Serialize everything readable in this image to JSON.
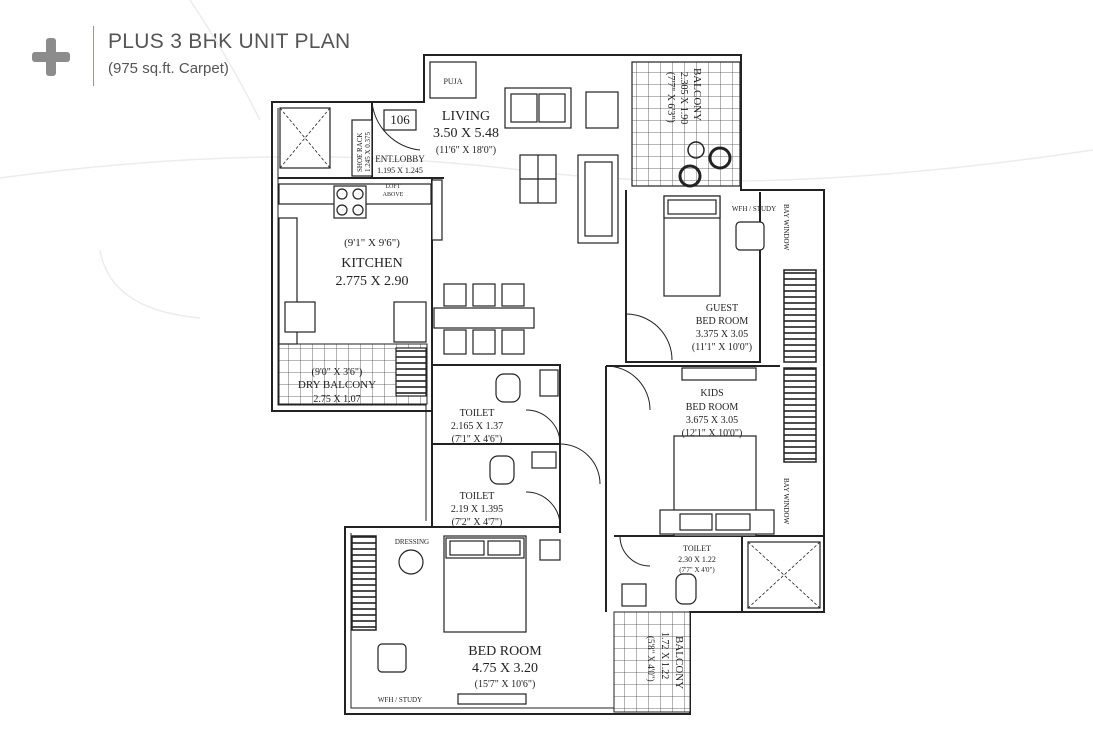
{
  "header": {
    "title": "PLUS 3 BHK UNIT PLAN",
    "subtitle": "(975 sq.ft. Carpet)"
  },
  "colors": {
    "accent_rule": "#4fb3c8",
    "logo": "#8c8c8c",
    "lines": "#222222"
  },
  "icons": [
    "plus-logo-icon",
    "compass-icon"
  ],
  "plan": {
    "unit_number": "106",
    "puja": "PUJA",
    "living": {
      "name": "LIVING",
      "size_m": "3.50 X 5.48",
      "size_ft": "(11'6\" X 18'0\")"
    },
    "shoe_rack": {
      "name": "SHOE RACK",
      "size": "1.245 X 0.375"
    },
    "ent_lobby": {
      "name": "ENT.LOBBY",
      "size": "1.195 X 1.245"
    },
    "loft": {
      "line1": "LOFT",
      "line2": "ABOVE"
    },
    "kitchen": {
      "name": "KITCHEN",
      "size_m": "2.775 X 2.90",
      "size_ft": "(9'1\" X 9'6\")"
    },
    "dry_balcony": {
      "name": "DRY BALCONY",
      "size_m": "2.75 X 1.07",
      "size_ft": "(9'0\" X 3'6\")"
    },
    "balcony_top": {
      "name": "BALCONY",
      "size_m": "2.305 X 1.90",
      "size_ft": "(7'7\" X 6'3\")"
    },
    "guest_bedroom": {
      "line1": "GUEST",
      "line2": "BED ROOM",
      "size_m": "3.375 X 3.05",
      "size_ft": "(11'1\" X 10'0\")"
    },
    "wfh_top": "WFH / STUDY",
    "bay_window_1": "BAY WINDOW",
    "bay_window_2": "BAY WINDOW",
    "kids_bedroom": {
      "line1": "KIDS",
      "line2": "BED ROOM",
      "size_m": "3.675 X 3.05",
      "size_ft": "(12'1\" X 10'0\")"
    },
    "toilet_1": {
      "name": "TOILET",
      "size_m": "2.165 X 1.37",
      "size_ft": "(7'1\" X 4'6\")"
    },
    "toilet_2": {
      "name": "TOILET",
      "size_m": "2.19 X 1.395",
      "size_ft": "(7'2\" X 4'7\")"
    },
    "toilet_3": {
      "name": "TOILET",
      "size_m": "2.30 X 1.22",
      "size_ft": "(7'7\" X 4'0\")"
    },
    "dressing": "DRESSING",
    "bedroom": {
      "name": "BED ROOM",
      "size_m": "4.75 X 3.20",
      "size_ft": "(15'7\" X 10'6\")"
    },
    "wfh_bottom": "WFH / STUDY",
    "balcony_bottom": {
      "name": "BALCONY",
      "size_m": "1.72 X 1.22",
      "size_ft": "(5'8\" X 4'0\")"
    }
  }
}
